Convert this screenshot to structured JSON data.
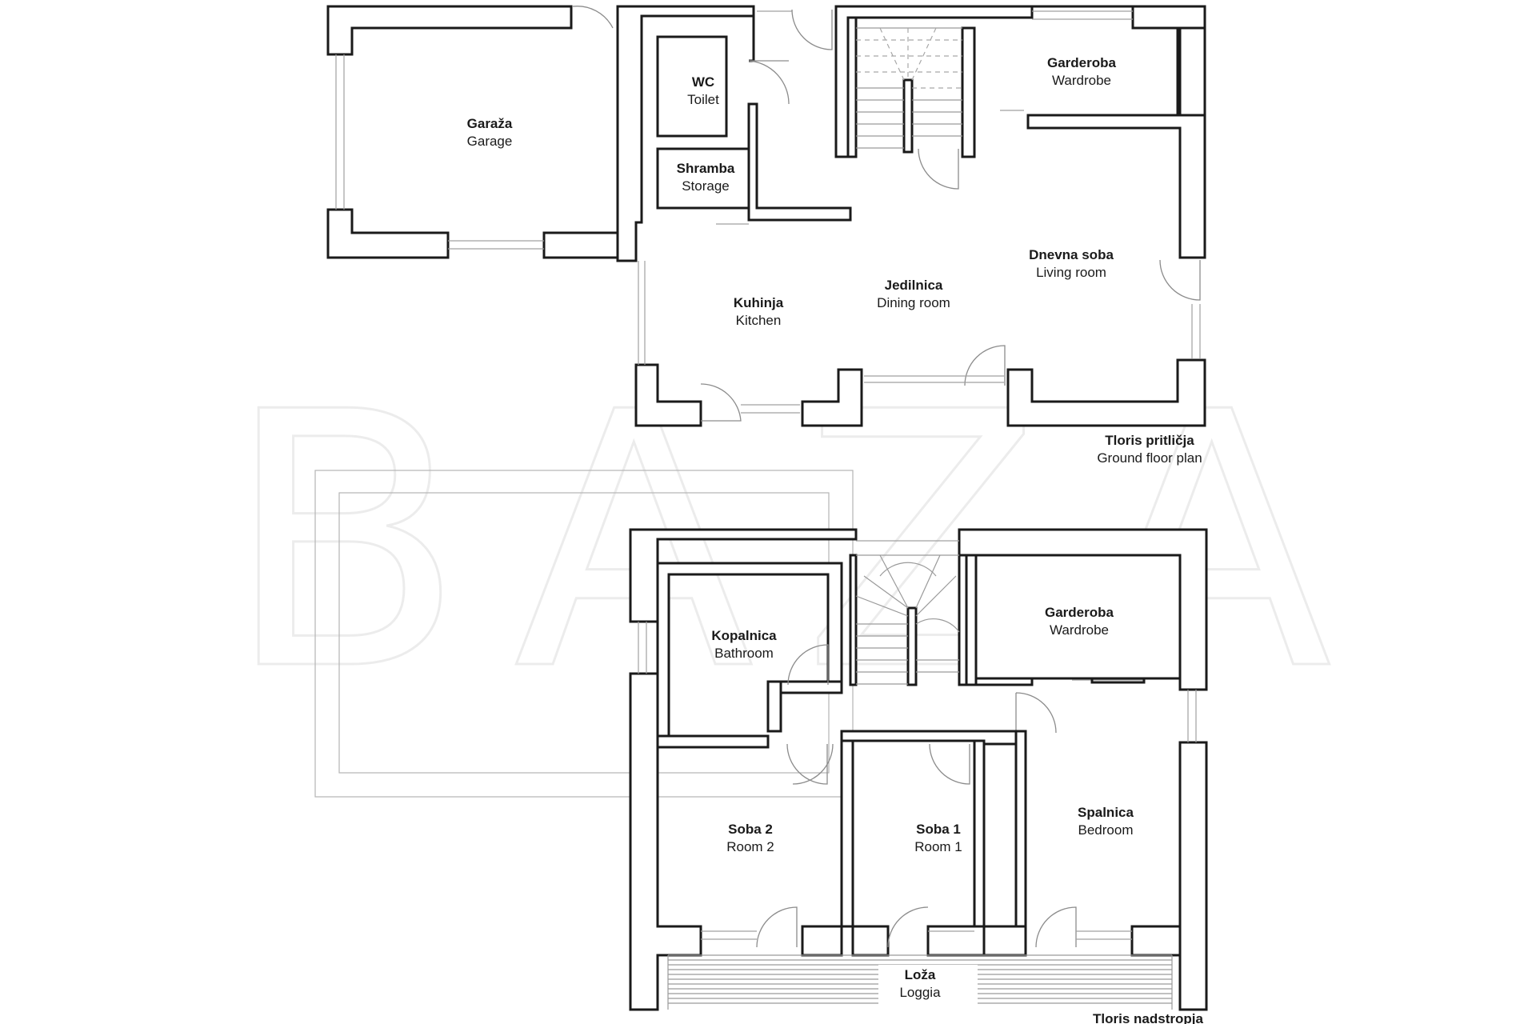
{
  "watermark": "BAZA",
  "ground_floor": {
    "title": "Tloris pritličja",
    "subtitle": "Ground floor plan",
    "rooms": [
      {
        "id": "garage",
        "name_sl": "Garaža",
        "name_en": "Garage"
      },
      {
        "id": "toilet",
        "name_sl": "WC",
        "name_en": "Toilet"
      },
      {
        "id": "storage",
        "name_sl": "Shramba",
        "name_en": "Storage"
      },
      {
        "id": "wardrobe",
        "name_sl": "Garderoba",
        "name_en": "Wardrobe"
      },
      {
        "id": "living",
        "name_sl": "Dnevna soba",
        "name_en": "Living room"
      },
      {
        "id": "dining",
        "name_sl": "Jedilnica",
        "name_en": "Dining room"
      },
      {
        "id": "kitchen",
        "name_sl": "Kuhinja",
        "name_en": "Kitchen"
      }
    ]
  },
  "upper_floor": {
    "title": "Tloris nadstropja",
    "rooms": [
      {
        "id": "bathroom",
        "name_sl": "Kopalnica",
        "name_en": "Bathroom"
      },
      {
        "id": "wardrobe",
        "name_sl": "Garderoba",
        "name_en": "Wardrobe"
      },
      {
        "id": "bedroom",
        "name_sl": "Spalnica",
        "name_en": "Bedroom"
      },
      {
        "id": "room2",
        "name_sl": "Soba 2",
        "name_en": "Room 2"
      },
      {
        "id": "room1",
        "name_sl": "Soba 1",
        "name_en": "Room 1"
      },
      {
        "id": "loggia",
        "name_sl": "Loža",
        "name_en": "Loggia"
      }
    ]
  }
}
